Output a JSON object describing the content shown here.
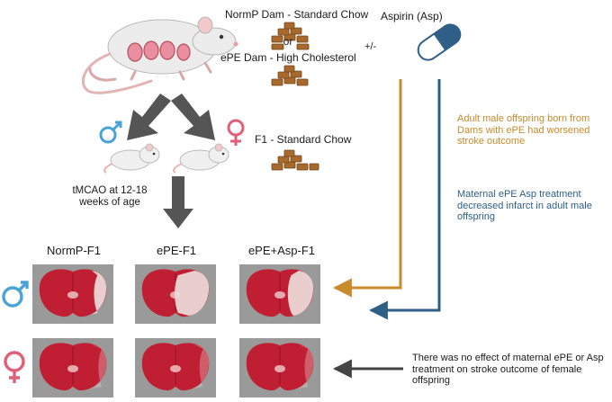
{
  "dam_label_normp": "NormP Dam - Standard Chow",
  "or_label": "or",
  "dam_label_epe": "ePE Dam - High Cholesterol",
  "aspirin_label": "Aspirin (Asp)",
  "plus_minus": "+/-",
  "f1_label": "F1 - Standard Chow",
  "tmcao_label": "tMCAO at 12-18 weeks of age",
  "columns": [
    "NormP-F1",
    "ePE-F1",
    "ePE+Asp-F1"
  ],
  "finding_orange": "Adult male offspring born from Dams with ePE had worsened stroke outcome",
  "finding_blue": "Maternal ePE Asp treatment decreased infarct in adult male offspring",
  "finding_black": "There was no effect of maternal ePE or Asp treatment on stroke outcome of female offspring",
  "colors": {
    "male": "#4aa3d6",
    "female": "#e05f78",
    "orange": "#c98a2b",
    "blue": "#2f5f86",
    "dark_arrow": "#555555",
    "brain_red": "#c01e32",
    "infarct": "#ecd7d6"
  },
  "infarct_fraction": {
    "male": [
      0.12,
      0.42,
      0.3
    ],
    "female": [
      0.06,
      0.08,
      0.07
    ]
  },
  "icons": [
    "rat-icon",
    "pup-icon",
    "chow-icon",
    "capsule-icon",
    "male-symbol-icon",
    "female-symbol-icon"
  ]
}
